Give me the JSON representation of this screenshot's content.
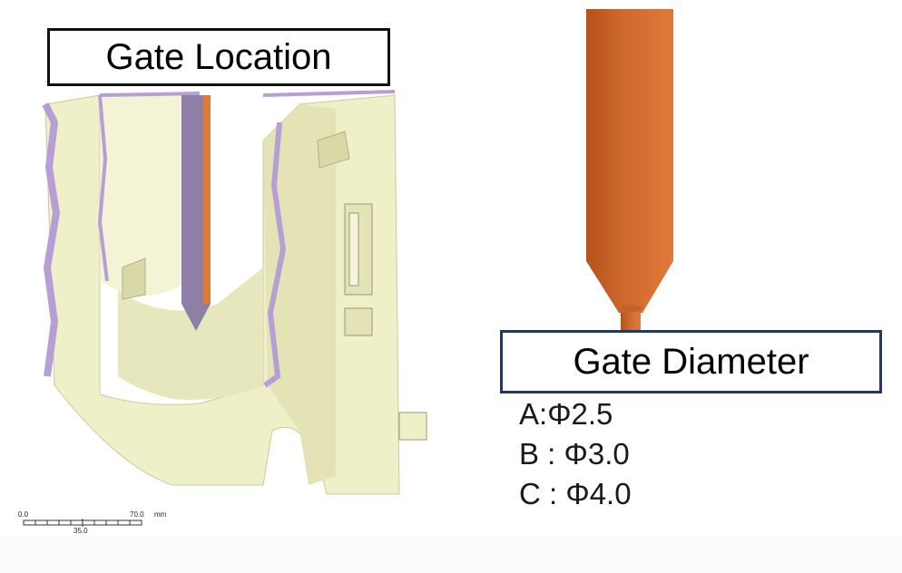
{
  "labels": {
    "gate_location": "Gate Location",
    "gate_diameter": "Gate Diameter"
  },
  "options": [
    {
      "letter": "A",
      "sep": ":",
      "value": "Φ2.5"
    },
    {
      "letter": "B",
      "sep": " : ",
      "value": "Φ3.0"
    },
    {
      "letter": "C",
      "sep": " : ",
      "value": "Φ4.0"
    }
  ],
  "scale_bar": {
    "start": "0.0",
    "end": "70.0",
    "unit": "mm",
    "mid": "35.0"
  },
  "colors": {
    "part_body": "#efefc8",
    "part_shade": "#d9d9a8",
    "cut_edge": "#b79fd6",
    "gate_face": "#8e7fa6",
    "sprue_dark": "#b5521c",
    "sprue_light": "#e07a3a",
    "frame_dark": "#111111",
    "frame_navy": "#1f3864"
  }
}
